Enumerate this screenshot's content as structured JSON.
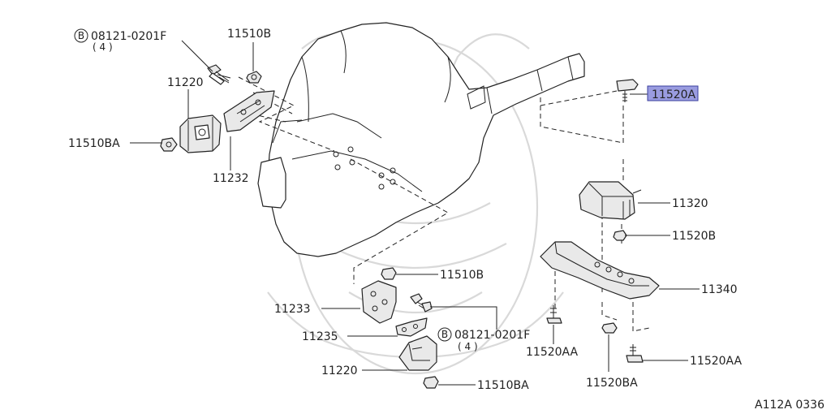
{
  "callouts": {
    "bolt_08121_top": "08121-0201F",
    "bolt_08121_top_qty": "( 4 )",
    "nut_11510B_top": "11510B",
    "insulator_11220_top": "11220",
    "nut_11510BA_left": "11510BA",
    "bracket_11232": "11232",
    "bolt_11520A": "11520A",
    "mount_11320": "11320",
    "nut_11520B": "11520B",
    "crossmember_11340": "11340",
    "bolt_11520AA_left": "11520AA",
    "nut_11520BA": "11520BA",
    "bolt_11520AA_right": "11520AA",
    "nut_11510B_lower": "11510B",
    "bracket_11233": "11233",
    "bolt_08121_lower": "08121-0201F",
    "bolt_08121_lower_qty": "( 4 )",
    "plate_11235": "11235",
    "insulator_11220_lower": "11220",
    "nut_11510BA_lower": "11510BA"
  },
  "badges": {
    "bolt_badge_top": "B",
    "bolt_badge_lower": "B"
  },
  "diagram_code": "A112A 0336",
  "colors": {
    "highlight_fill": "#9a9ce0",
    "highlight_stroke": "#3b3f9e",
    "line": "#222222",
    "watermark": "#d9d9d9"
  }
}
